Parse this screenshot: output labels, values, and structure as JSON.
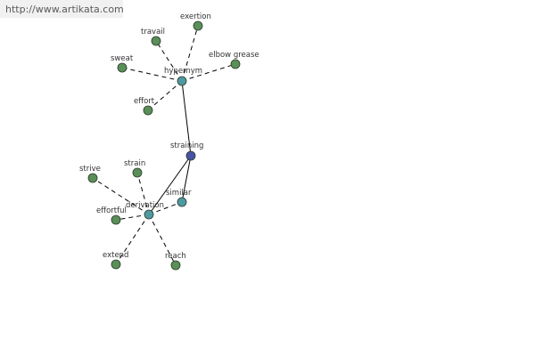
{
  "source": {
    "url": "http://www.artikata.com"
  },
  "colors": {
    "leaf_fill": "#5a8f58",
    "relation_fill": "#4f9aa2",
    "root_fill": "#4a52a8",
    "edge": "#000000",
    "node_stroke": "#2a3a2a"
  },
  "graph": {
    "nodes": [
      {
        "id": "straining",
        "label": "straining",
        "kind": "root"
      },
      {
        "id": "hypernym",
        "label": "hypernym",
        "kind": "relation"
      },
      {
        "id": "similar",
        "label": "similar",
        "kind": "relation"
      },
      {
        "id": "derivation",
        "label": "derivation",
        "kind": "relation"
      },
      {
        "id": "exertion",
        "label": "exertion",
        "kind": "leaf"
      },
      {
        "id": "travail",
        "label": "travail",
        "kind": "leaf"
      },
      {
        "id": "sweat",
        "label": "sweat",
        "kind": "leaf"
      },
      {
        "id": "elbow-grease",
        "label": "elbow grease",
        "kind": "leaf"
      },
      {
        "id": "effort",
        "label": "effort",
        "kind": "leaf"
      },
      {
        "id": "strive",
        "label": "strive",
        "kind": "leaf"
      },
      {
        "id": "strain",
        "label": "strain",
        "kind": "leaf"
      },
      {
        "id": "effortful",
        "label": "effortful",
        "kind": "leaf"
      },
      {
        "id": "extend",
        "label": "extend",
        "kind": "leaf"
      },
      {
        "id": "reach",
        "label": "reach",
        "kind": "leaf"
      }
    ],
    "edges": [
      {
        "from": "straining",
        "to": "hypernym",
        "style": "solid"
      },
      {
        "from": "straining",
        "to": "similar",
        "style": "solid"
      },
      {
        "from": "straining",
        "to": "derivation",
        "style": "solid"
      },
      {
        "from": "hypernym",
        "to": "exertion",
        "style": "dashed"
      },
      {
        "from": "hypernym",
        "to": "travail",
        "style": "dashed"
      },
      {
        "from": "hypernym",
        "to": "sweat",
        "style": "dashed"
      },
      {
        "from": "hypernym",
        "to": "elbow-grease",
        "style": "dashed"
      },
      {
        "from": "hypernym",
        "to": "effort",
        "style": "dashed"
      },
      {
        "from": "derivation",
        "to": "strive",
        "style": "dashed"
      },
      {
        "from": "derivation",
        "to": "strain",
        "style": "dashed"
      },
      {
        "from": "derivation",
        "to": "effortful",
        "style": "dashed"
      },
      {
        "from": "derivation",
        "to": "extend",
        "style": "dashed"
      },
      {
        "from": "derivation",
        "to": "reach",
        "style": "dashed"
      },
      {
        "from": "derivation",
        "to": "similar",
        "style": "dashed"
      }
    ]
  }
}
